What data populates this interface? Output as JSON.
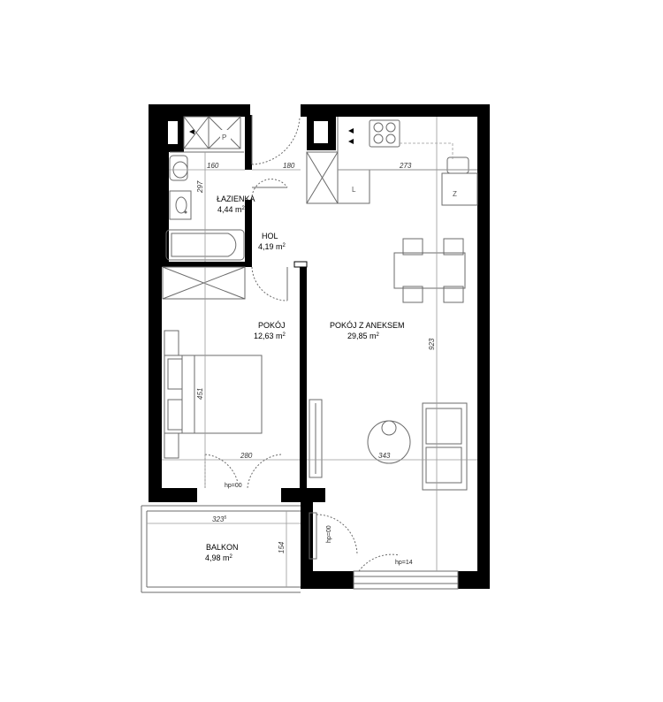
{
  "rooms": {
    "bathroom": {
      "name": "ŁAZIENKA",
      "area": "4,44 m",
      "sup": "2"
    },
    "hall": {
      "name": "HOL",
      "area": "4,19 m",
      "sup": "2"
    },
    "room": {
      "name": "POKÓJ",
      "area": "12,63 m",
      "sup": "2"
    },
    "living": {
      "name": "POKÓJ Z ANEKSEM",
      "area": "29,85 m",
      "sup": "2"
    },
    "balcony": {
      "name": "BALKON",
      "area": "4,98 m",
      "sup": "2"
    }
  },
  "dimensions": {
    "d160": "160",
    "d180": "180",
    "d273": "273",
    "d297": "297",
    "d451": "451",
    "d923": "923",
    "d280": "280",
    "d343": "343",
    "d323": "323",
    "d323_sup": "5",
    "d154": "154"
  },
  "levels": {
    "hp_room_door": "hp=00",
    "hp_balcony_door": "hp=00",
    "hp_window": "hp=14"
  },
  "markers": {
    "shaft_p": "P",
    "kitchen_l": "L",
    "kitchen_z": "Z"
  }
}
